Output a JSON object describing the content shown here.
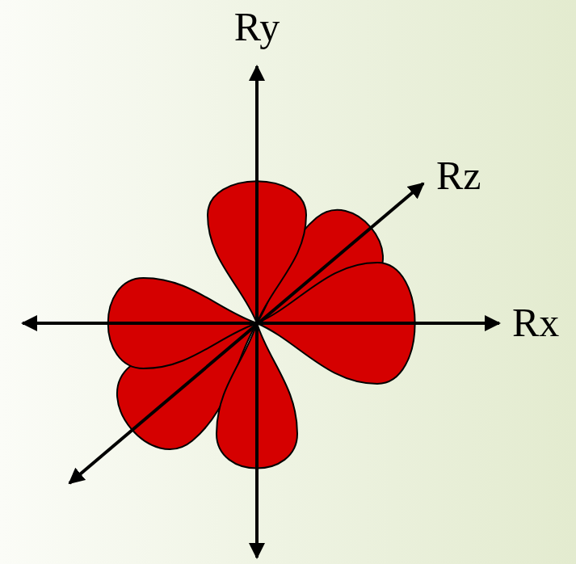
{
  "diagram": {
    "labels": [
      "Ry",
      "Rz",
      "Rx"
    ]
  }
}
